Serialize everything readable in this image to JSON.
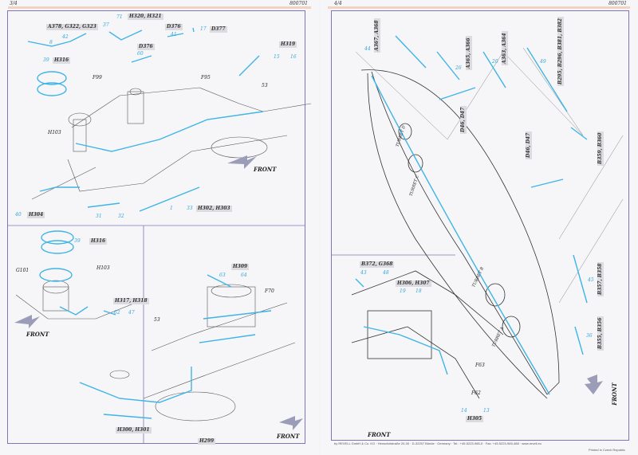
{
  "left_page": {
    "page_number": "3/4",
    "code": "800701",
    "labels": [
      "A378, G322, G323",
      "H320, H321",
      "D376",
      "D376",
      "D377",
      "H319",
      "H316",
      "H304",
      "H302, H303",
      "H316",
      "H317, H318",
      "H309",
      "H300, H301",
      "H299"
    ],
    "parts": [
      "F99",
      "F95",
      "53",
      "H103",
      "G101",
      "H103",
      "53",
      "F70"
    ],
    "numbers": [
      "42",
      "8",
      "71",
      "37",
      "41",
      "60",
      "17",
      "15",
      "16",
      "39",
      "40",
      "31",
      "32",
      "1",
      "33",
      "39",
      "62",
      "47",
      "63",
      "64"
    ],
    "front_label": "FRONT"
  },
  "right_page": {
    "page_number": "4/4",
    "code": "800701",
    "labels": [
      "A367, A368",
      "A365, A366",
      "A363, A364",
      "B295, B296, B381, B382",
      "D46, D47",
      "D46, D47",
      "B359, B360",
      "B357, B358",
      "B355, B356",
      "B372, G368",
      "H306, H307",
      "H305"
    ],
    "parts": [
      "F63",
      "F62"
    ],
    "turrets": [
      "TURRET D",
      "TURRET C",
      "TURRET B",
      "TURRET A"
    ],
    "numbers": [
      "44",
      "26",
      "20",
      "49",
      "45",
      "36",
      "43",
      "48",
      "19",
      "18",
      "14",
      "13"
    ],
    "front_label": "FRONT",
    "footer": "by REVELL GmbH & Co. KG · Henschelstraße 20-30 · D-32257 Bünde · Germany · Tel.: +49-5223-965-0 · Fax: +49-5223-965-488 · www.revell.eu",
    "printed": "Printed in Czech Republic"
  },
  "colors": {
    "photo_etch_blue": "#3fb4e6",
    "frame": "#7b76b7",
    "label_bg": "#dcdce0"
  }
}
